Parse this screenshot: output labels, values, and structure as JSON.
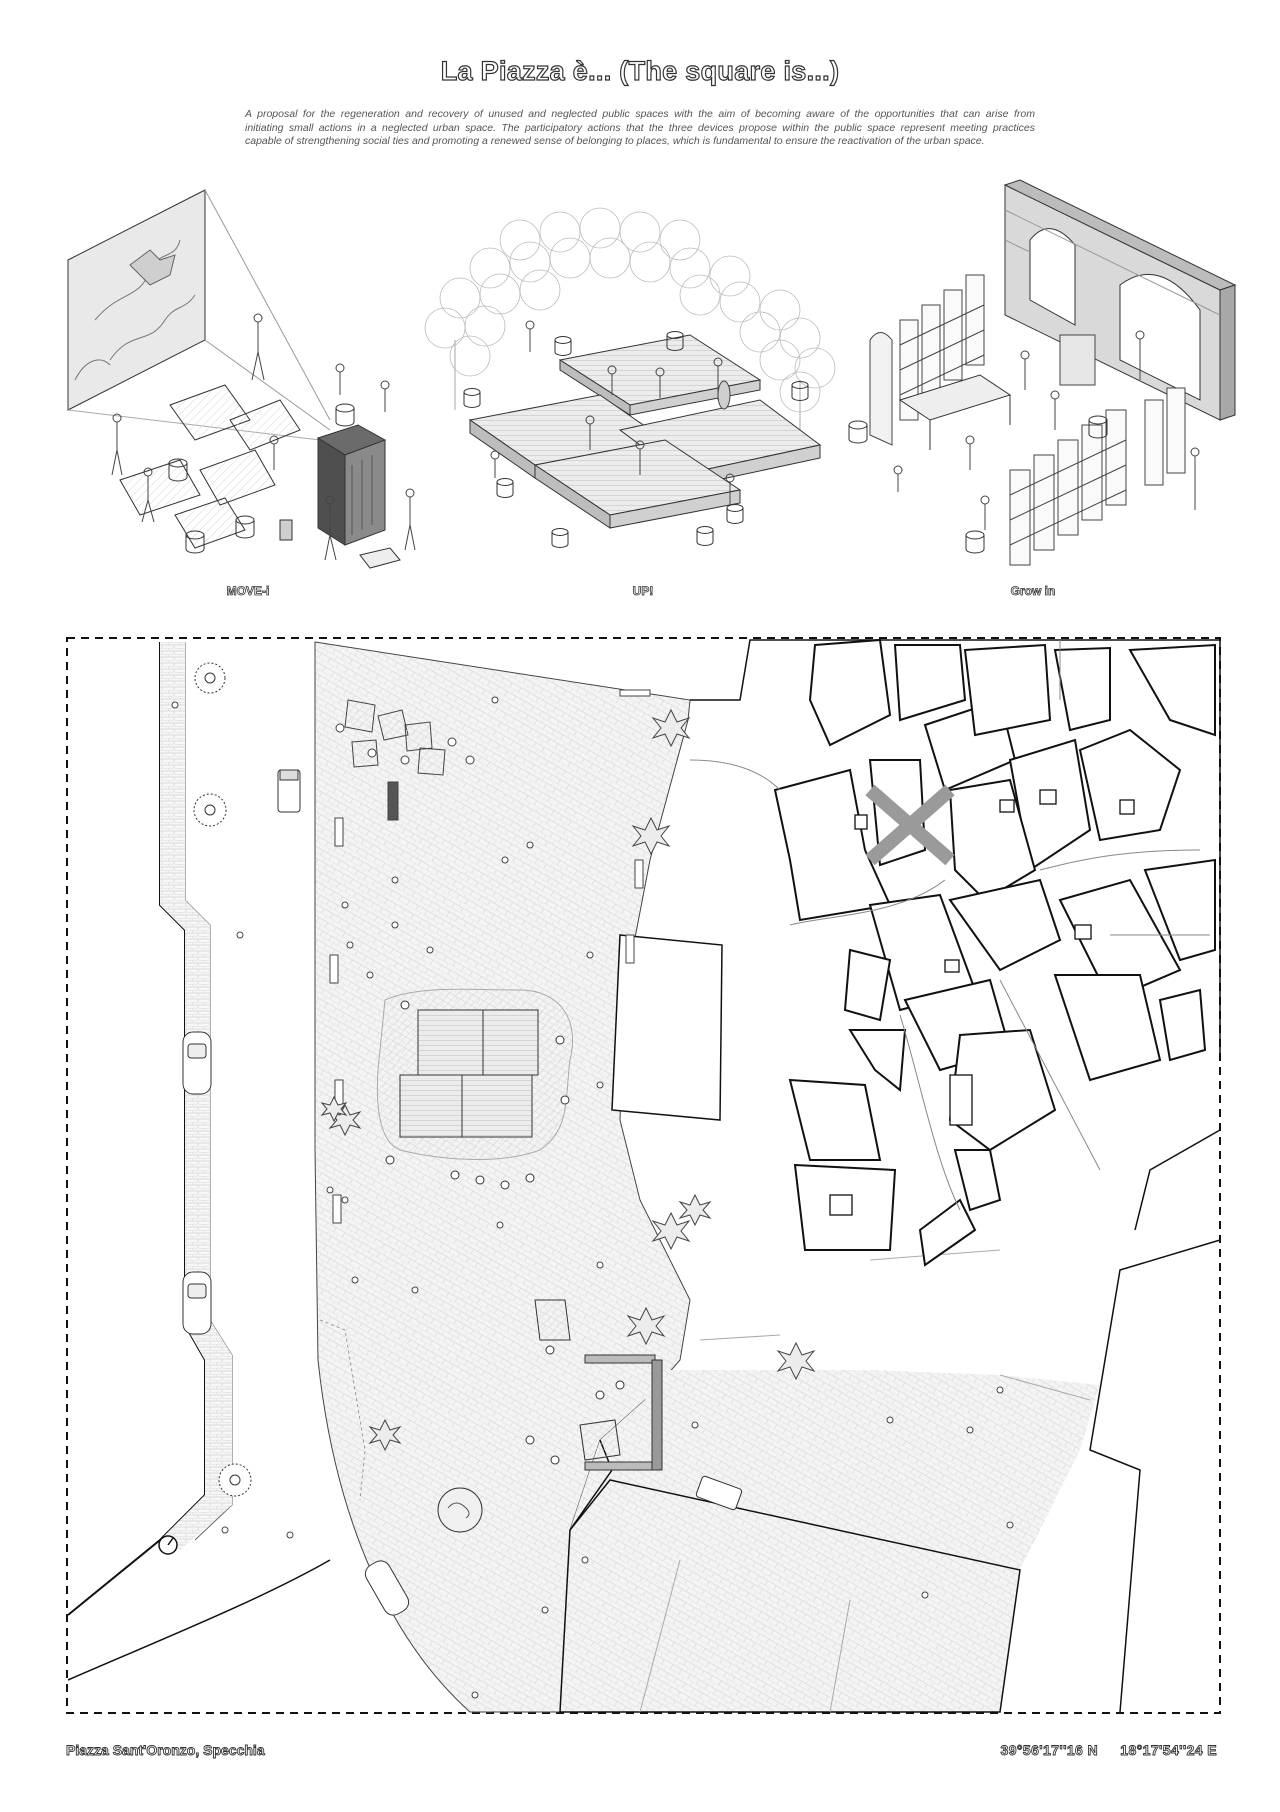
{
  "title": "La Piazza è... (The square is...)",
  "intro_lines": [
    "A proposal for the regeneration and recovery of unused and neglected public spaces with the aim of becoming aware of the opportunities that can arise from",
    "initiating small actions in a neglected urban space. The participatory actions that the three devices propose within the public space represent meeting practices",
    "capable of strengthening social ties and promoting a renewed sense of belonging to places, which is fundamental to ensure the reactivation of the urban space."
  ],
  "devices": [
    {
      "label": "MOVE-i"
    },
    {
      "label": "UP!"
    },
    {
      "label": "Grow in"
    }
  ],
  "footer": {
    "place": "Piazza Sant'Oronzo, Specchia",
    "lat": "39°56'17''16 N",
    "lon": "18°17'54''24 E"
  }
}
